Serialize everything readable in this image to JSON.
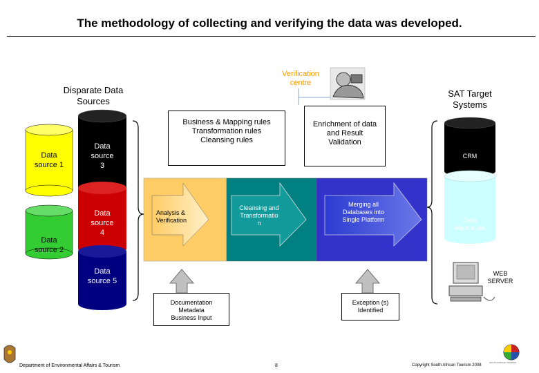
{
  "title": "The methodology of collecting and verifying the data was developed.",
  "headings": {
    "disparate_line1": "Disparate Data",
    "disparate_line2": "Sources",
    "verification_line1": "Verification",
    "verification_line2": "centre",
    "sat_line1": "SAT Target",
    "sat_line2": "Systems"
  },
  "sources": {
    "s1_line1": "Data",
    "s1_line2": "source 1",
    "s2_line1": "Data",
    "s2_line2": "source 2",
    "s3_line1": "Data",
    "s3_line2": "source",
    "s3_line3": "3",
    "s4_line1": "Data",
    "s4_line2": "source",
    "s4_line3": "4",
    "s5_line1": "Data",
    "s5_line2": "source 5"
  },
  "rules_box": {
    "line1": "Business & Mapping rules",
    "line2": "Transformation rules",
    "line3": "Cleansing rules"
  },
  "enrichment_box": {
    "line1": "Enrichment of data",
    "line2": "and Result",
    "line3": "Validation"
  },
  "process": {
    "analysis_line1": "Analysis &",
    "analysis_line2": "Verification",
    "cleansing_line1": "Cleansing and",
    "cleansing_line2": "Transformatio",
    "cleansing_line3": "n",
    "merging_line1": "Merging all",
    "merging_line2": "Databases into",
    "merging_line3": "Single Platform"
  },
  "targets": {
    "crm": "CRM",
    "dw_line1": "Data",
    "dw_line2": "Warehouse",
    "web_line1": "WEB",
    "web_line2": "SERVER"
  },
  "inputs": {
    "doc_line1": "Documentation",
    "doc_line2": "Metadata",
    "doc_line3": "Business Input",
    "exc_line1": "Exception (s)",
    "exc_line2": "Identified"
  },
  "footer": {
    "department": "Department of Environmental Affairs & Tourism",
    "page": "8",
    "copyright": "Copyright South African Tourism 2008",
    "logo_text": "SOUTH AFRICAN TOURISM"
  },
  "colors": {
    "yellow": "#ffff00",
    "green": "#33cc33",
    "black": "#000000",
    "navy": "#000080",
    "red": "#cc0000",
    "light_orange": "#ffcc66",
    "teal": "#008080",
    "blue": "#3333cc",
    "light_cyan": "#ccffff",
    "arrow_grey": "#c0c0c0"
  }
}
